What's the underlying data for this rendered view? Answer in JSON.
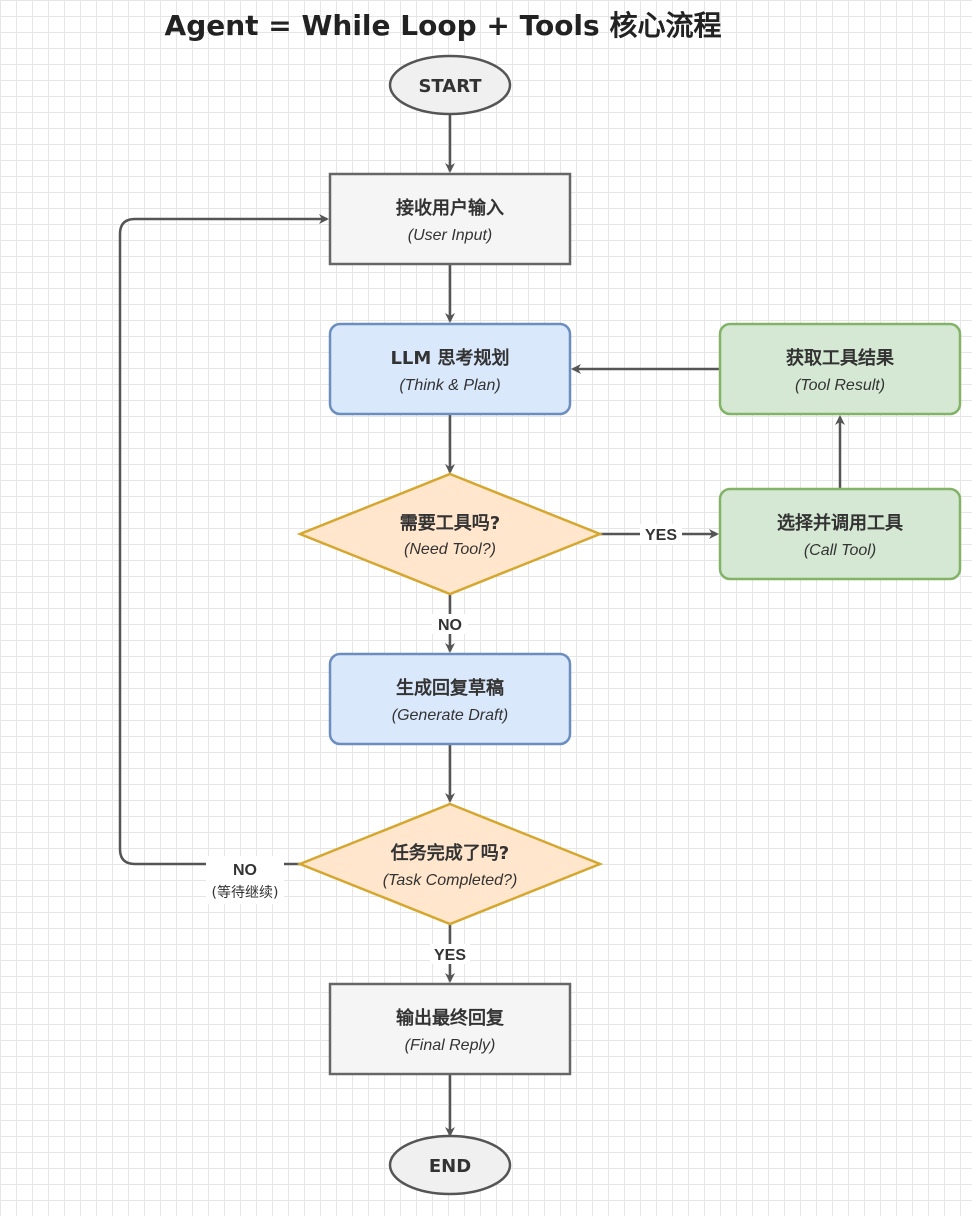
{
  "title": "Agent = While Loop + Tools 核心流程",
  "colors": {
    "terminal_fill": "#f0f0f0",
    "terminal_stroke": "#555555",
    "gray_fill": "#f5f5f5",
    "gray_stroke": "#666666",
    "blue_fill": "#dae8fc",
    "blue_stroke": "#6c8ebf",
    "orange_fill": "#ffe6cc",
    "orange_stroke": "#d6a72f",
    "green_fill": "#d5e8d4",
    "green_stroke": "#82b366",
    "edge": "#555555"
  },
  "nodes": {
    "start": {
      "label": "START"
    },
    "user_input": {
      "label": "接收用户输入",
      "sub": "(User Input)"
    },
    "think_plan": {
      "label": "LLM 思考规划",
      "sub": "(Think & Plan)"
    },
    "need_tool": {
      "label": "需要工具吗?",
      "sub": "(Need Tool?)"
    },
    "call_tool": {
      "label": "选择并调用工具",
      "sub": "(Call Tool)"
    },
    "tool_result": {
      "label": "获取工具结果",
      "sub": "(Tool Result)"
    },
    "generate_draft": {
      "label": "生成回复草稿",
      "sub": "(Generate Draft)"
    },
    "task_completed": {
      "label": "任务完成了吗?",
      "sub": "(Task Completed?)"
    },
    "final_reply": {
      "label": "输出最终回复",
      "sub": "(Final Reply)"
    },
    "end": {
      "label": "END"
    }
  },
  "edges": {
    "need_tool_yes": "YES",
    "need_tool_no": "NO",
    "task_no": "NO",
    "task_no_sub": "(等待继续)",
    "task_yes": "YES"
  }
}
